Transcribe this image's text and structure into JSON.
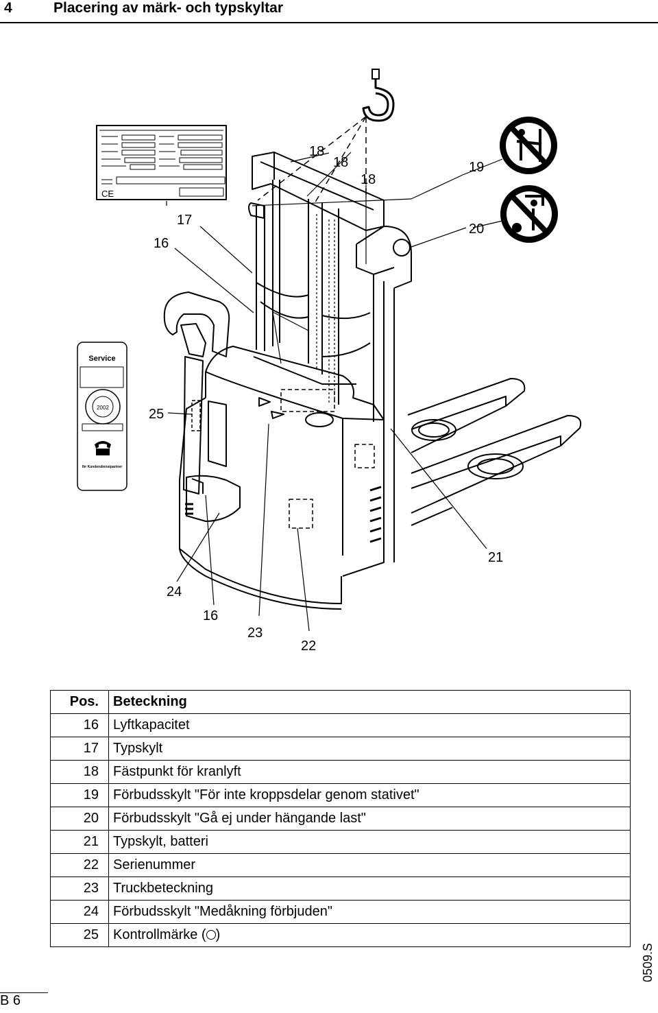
{
  "header": {
    "section_number": "4",
    "title": "Placering av märk- och typskyltar"
  },
  "figure": {
    "callouts": [
      "16",
      "17",
      "18",
      "18",
      "18",
      "19",
      "20",
      "21",
      "22",
      "23",
      "24",
      "16",
      "25"
    ],
    "type_plate": {
      "ce_mark": "CE"
    },
    "service_sticker": {
      "title": "Service",
      "year": "2002",
      "footer": "Ihr Kundendienstpartner"
    }
  },
  "legend": {
    "header": {
      "pos": "Pos.",
      "label": "Beteckning"
    },
    "rows": [
      {
        "pos": "16",
        "label": "Lyftkapacitet"
      },
      {
        "pos": "17",
        "label": "Typskylt"
      },
      {
        "pos": "18",
        "label": "Fästpunkt för kranlyft"
      },
      {
        "pos": "19",
        "label": "Förbudsskylt \"För inte kroppsdelar genom stativet\""
      },
      {
        "pos": "20",
        "label": "Förbudsskylt \"Gå ej under hängande last\""
      },
      {
        "pos": "21",
        "label": "Typskylt, batteri"
      },
      {
        "pos": "22",
        "label": "Serienummer"
      },
      {
        "pos": "23",
        "label": "Truckbeteckning"
      },
      {
        "pos": "24",
        "label": "Förbudsskylt \"Medåkning förbjuden\""
      },
      {
        "pos": "25",
        "label": "Kontrollmärke (",
        "label_end": ")"
      }
    ]
  },
  "footer": {
    "doc_code": "0509.S",
    "page": "B 6"
  }
}
